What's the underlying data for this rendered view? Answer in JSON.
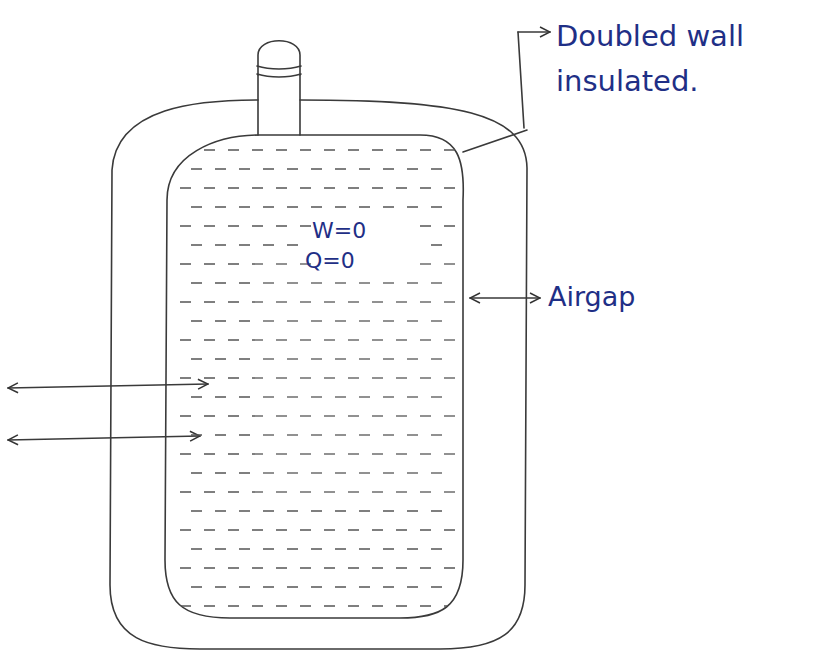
{
  "diagram": {
    "labels": [
      "Doubled wall insulated.",
      "Airgap",
      "W=0",
      "Q=0"
    ]
  }
}
